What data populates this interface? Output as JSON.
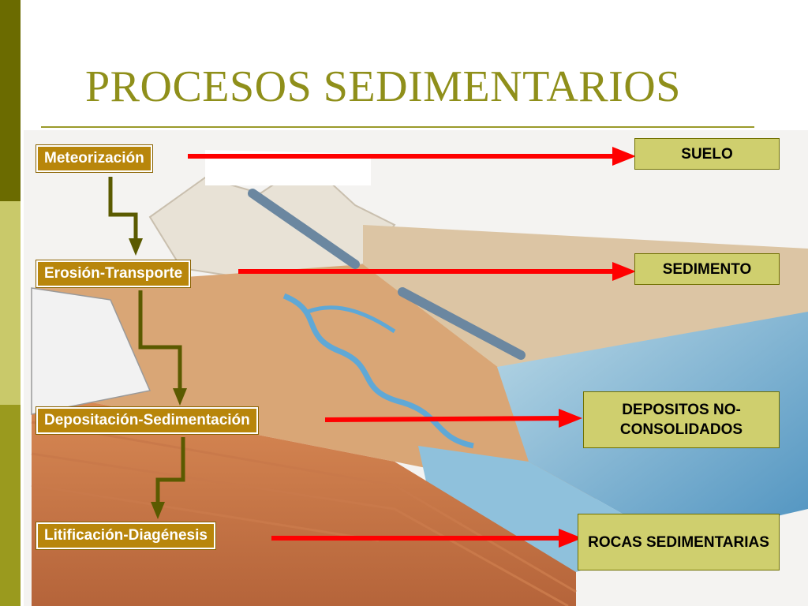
{
  "title": "PROCESOS SEDIMENTARIOS",
  "colors": {
    "stripe_dark": "#6b6b00",
    "stripe_light": "#c9c96a",
    "stripe_mid": "#9a9a1e",
    "title": "#8f8f1a",
    "process_box": "#b8860b",
    "result_box": "#cfcf6e",
    "red_arrow": "#ff0000",
    "connector": "#5a5a00"
  },
  "processes": [
    {
      "label": "Meteorización",
      "result": "SUELO"
    },
    {
      "label": "Erosión-Transporte",
      "result": "SEDIMENTO"
    },
    {
      "label": "Depositación-Sedimentación",
      "result": "DEPOSITOS NO-CONSOLIDADOS"
    },
    {
      "label": "Litificación-Diagénesis",
      "result": "ROCAS SEDIMENTARIAS"
    }
  ]
}
